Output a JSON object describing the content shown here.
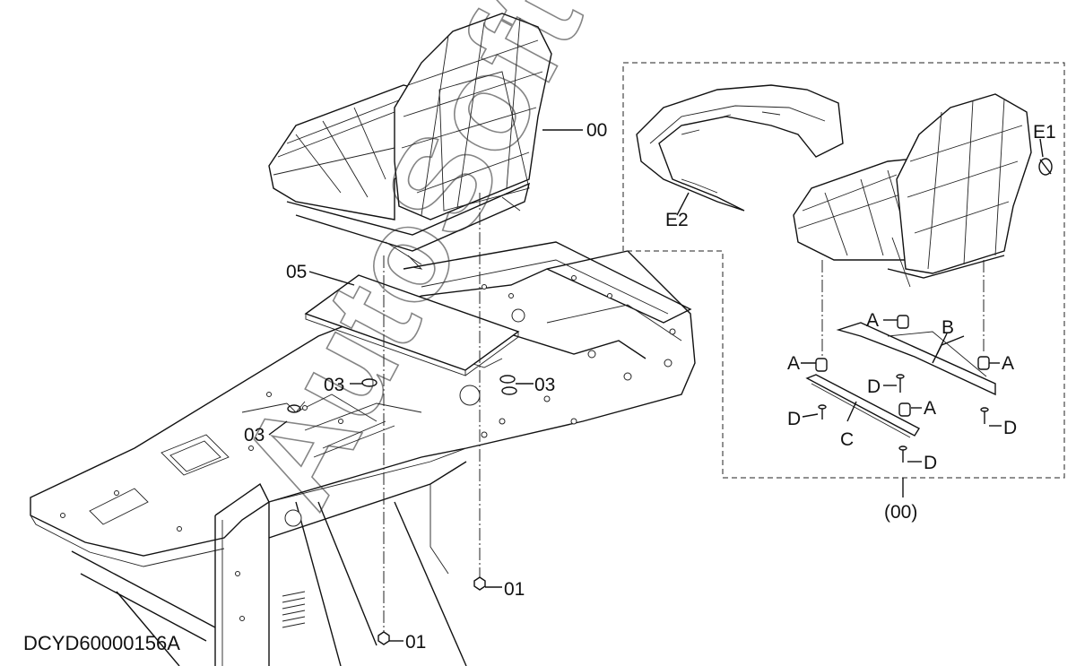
{
  "diagram": {
    "code": "DCYD60000156A",
    "watermark": "AutoSoft",
    "callouts": {
      "seat_main": "00",
      "seat_assembly": "(00)",
      "mat": "05",
      "nut_front": "01",
      "nut_rear": "01",
      "washer_a": "03",
      "washer_b": "03",
      "washer_c": "03",
      "knob": "E1",
      "cover": "E2",
      "spacer_1": "A",
      "spacer_2": "A",
      "spacer_3": "A",
      "spacer_4": "A",
      "rail_right": "B",
      "rail_left": "C",
      "bolt_1": "D",
      "bolt_2": "D",
      "bolt_3": "D",
      "bolt_4": "D"
    }
  }
}
